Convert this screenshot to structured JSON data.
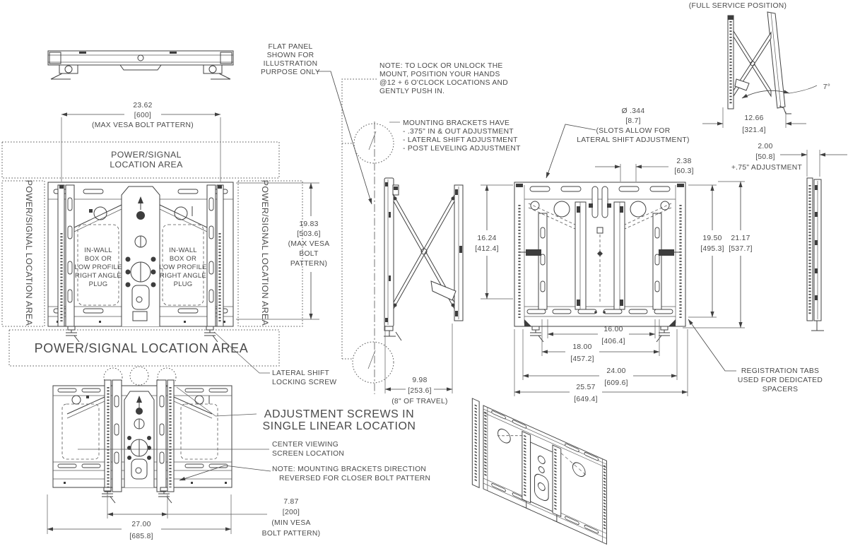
{
  "colors": {
    "line": "#414141",
    "text": "#4a4a4a",
    "background": "#ffffff"
  },
  "labels": {
    "full_service": "(FULL SERVICE POSITION)",
    "flat_panel": [
      "FLAT PANEL",
      "SHOWN FOR",
      "ILLUSTRATION",
      "PURPOSE ONLY"
    ],
    "lock_note": [
      "NOTE: TO LOCK OR UNLOCK THE",
      "MOUNT, POSITION YOUR HANDS",
      "@12 + 6 O'CLOCK LOCATIONS AND",
      "GENTLY PUSH IN."
    ],
    "mounting_note": [
      "MOUNTING BRACKETS HAVE",
      "- .375\" IN & OUT ADJUSTMENT",
      "- LATERAL SHIFT ADJUSTMENT",
      "- POST LEVELING ADJUSTMENT"
    ],
    "power_top": [
      "POWER/SIGNAL",
      "LOCATION AREA"
    ],
    "power_left": "POWER/SIGNAL LOCATION AREA",
    "power_right": "POWER/SIGNAL LOCATION AREA",
    "power_bottom": "POWER/SIGNAL LOCATION AREA",
    "in_wall": [
      "IN-WALL",
      "BOX OR",
      "LOW PROFILE",
      "RIGHT ANGLE",
      "PLUG"
    ],
    "lateral_shift": [
      "LATERAL SHIFT",
      "LOCKING SCREW"
    ],
    "adjustment_screws": [
      "ADJUSTMENT SCREWS IN",
      "SINGLE LINEAR LOCATION"
    ],
    "center_viewing": [
      "CENTER VIEWING",
      "SCREEN LOCATION"
    ],
    "reversed_note": [
      "NOTE: MOUNTING BRACKETS DIRECTION",
      "REVERSED FOR CLOSER BOLT PATTERN"
    ],
    "registration_tabs": [
      "REGISTRATION TABS",
      "USED FOR DEDICATED",
      "SPACERS"
    ]
  },
  "dims": {
    "max_vesa_width": [
      "23.62",
      "[600]",
      "(MAX VESA BOLT PATTERN)"
    ],
    "max_vesa_height": [
      "19.83",
      "[503.6]",
      "(MAX VESA",
      "BOLT",
      "PATTERN)"
    ],
    "travel": [
      "9.98",
      "[253.6]",
      "(8\" OF TRAVEL)"
    ],
    "slot_dia": [
      "Ø .344",
      "[8.7]",
      "(SLOTS ALLOW FOR",
      "LATERAL SHIFT ADJUSTMENT)"
    ],
    "d2_38": [
      "2.38",
      "[60.3]"
    ],
    "d16_24": [
      "16.24",
      "[412.4]"
    ],
    "d19_50": [
      "19.50",
      "[495.3]"
    ],
    "d21_17": [
      "21.17",
      "[537.7]"
    ],
    "d16_00": [
      "16.00",
      "[406.4]"
    ],
    "d18_00": [
      "18.00",
      "[457.2]"
    ],
    "d24_00": [
      "24.00",
      "[609.6]"
    ],
    "d25_57": [
      "25.57",
      "[649.4]"
    ],
    "d12_66": [
      "12.66",
      "[321.4]"
    ],
    "service_angle": "7°",
    "d2_00": [
      "2.00",
      "[50.8]",
      "+.75\" ADJUSTMENT"
    ],
    "min_vesa_width": [
      "27.00",
      "[685.8]"
    ],
    "min_vesa": [
      "7.87",
      "[200]",
      "(MIN VESA",
      "BOLT PATTERN)"
    ]
  }
}
